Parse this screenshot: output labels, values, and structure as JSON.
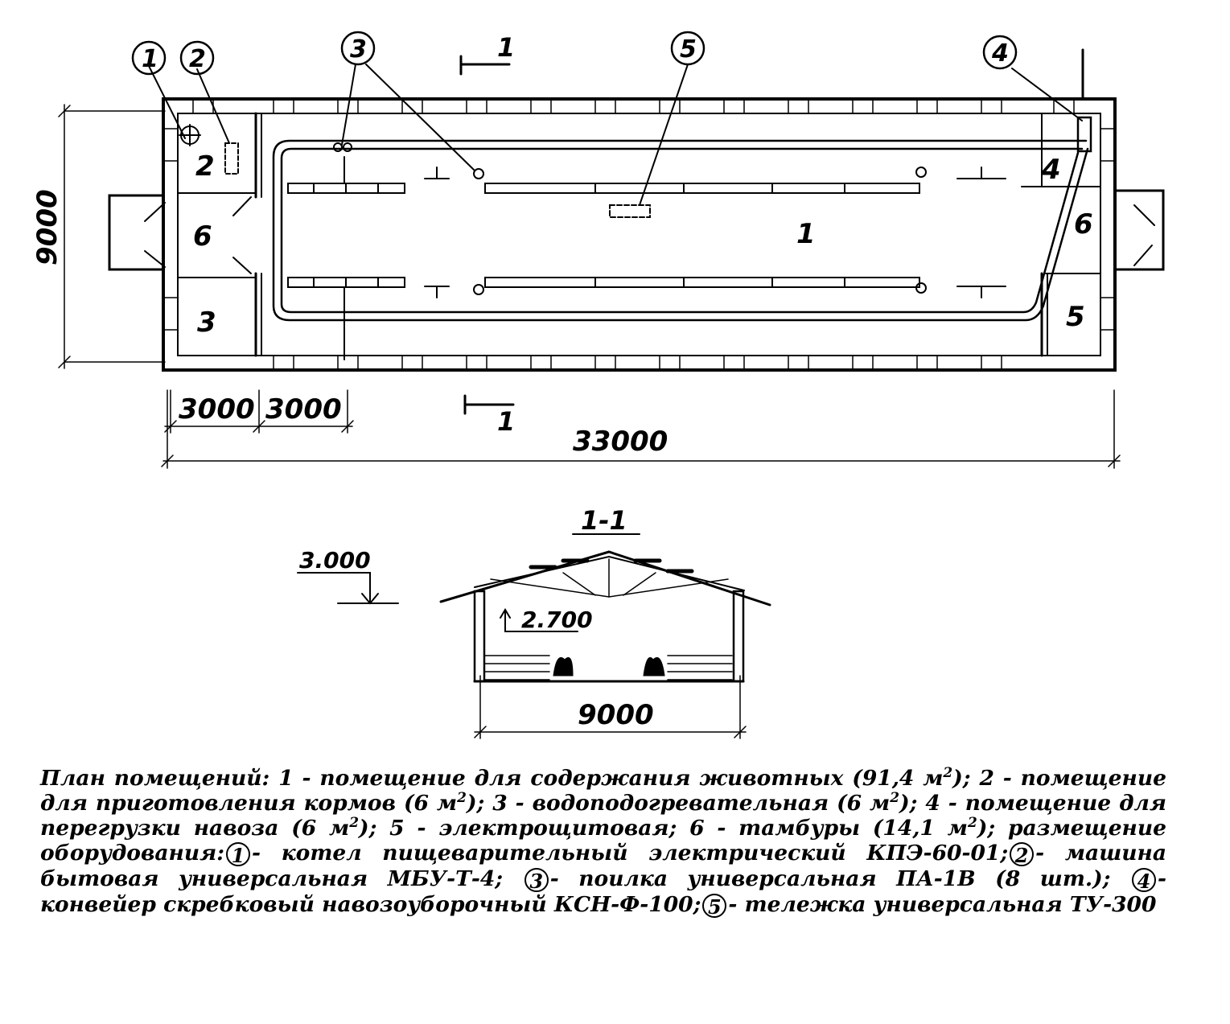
{
  "plan": {
    "overall_width": "33000",
    "overall_height": "9000",
    "bay_1": "3000",
    "bay_2": "3000",
    "section_mark": "1",
    "rooms": {
      "main": "1",
      "feed_room": "2",
      "boiler_room": "3",
      "manure_room": "4",
      "electrical_room": "5",
      "vestibule_left": "6",
      "vestibule_right": "6"
    },
    "callouts": {
      "boiler": "1",
      "washer": "2",
      "drinker": "3",
      "conveyor": "4",
      "cart": "5"
    }
  },
  "section": {
    "title": "1-1",
    "span": "9000",
    "ridge_level": "3.000",
    "eave_level": "2.700"
  },
  "caption": {
    "intro": "План помещений: 1 - помещение для содержания животных (91,4 м",
    "sup1": "2",
    "t2": "); 2 - помещение для приготовления кормов (6 м",
    "sup2": "2",
    "t3": "); 3 - водоподогревательная (6 м",
    "sup3": "2",
    "t4": "); 4 - помещение для перегрузки навоза (6 м",
    "sup4": "2",
    "t5": "); 5 - электрощитовая; 6 - тамбуры (14,1 м",
    "sup5": "2",
    "t6": "); размещение оборудования:",
    "c1": "1",
    "t7": "- котел пищеварительный электрический КПЭ-60-01;",
    "c2": "2",
    "t8": "- машина бытовая универсальная МБУ-Т-4;",
    "c3": "3",
    "t9": "- поилка универсальная ПА-1В (8 шт.);",
    "c4": "4",
    "t10": "- конвейер скребковый навозоуборочный КСН-Ф-100;",
    "c5": "5",
    "t11": "- тележка универсальная ТУ-300"
  }
}
